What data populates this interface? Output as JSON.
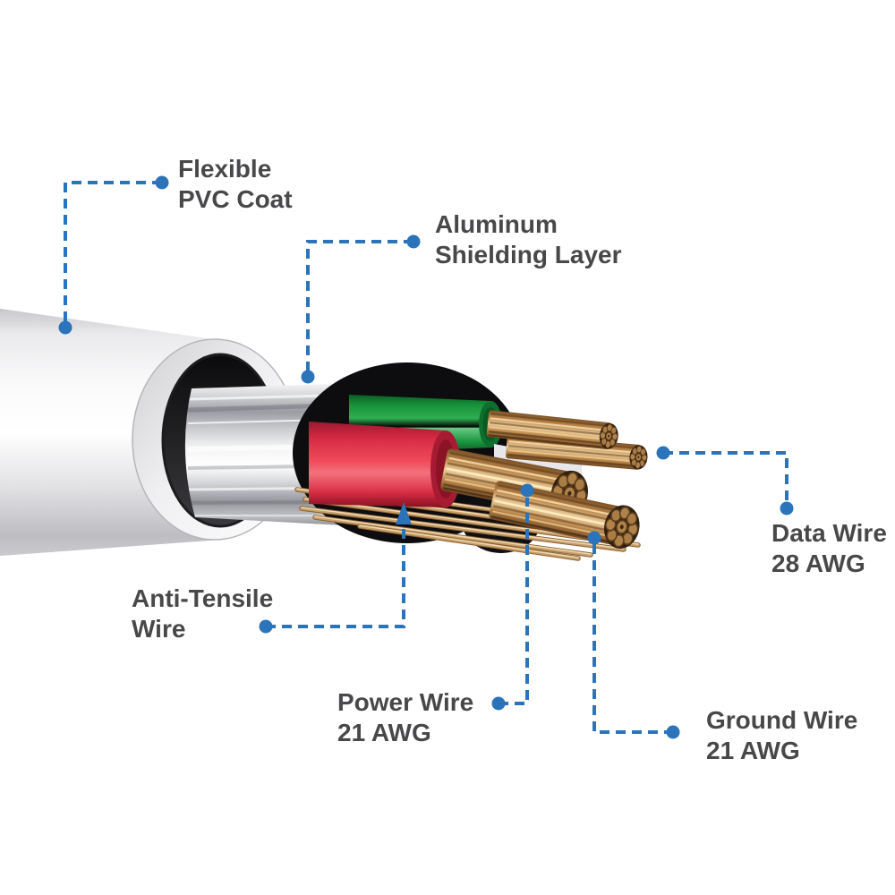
{
  "figure": {
    "type": "cable-cross-section-diagram",
    "background": "#ffffff"
  },
  "labels": {
    "pvc": {
      "line1": "Flexible",
      "line2": "PVC Coat"
    },
    "aluminum": {
      "line1": "Aluminum",
      "line2": "Shielding Layer"
    },
    "data": {
      "line1": "Data Wire",
      "line2": "28 AWG"
    },
    "anti_tensile": {
      "line1": "Anti-Tensile",
      "line2": "Wire"
    },
    "power": {
      "line1": "Power Wire",
      "line2": "21 AWG"
    },
    "ground": {
      "line1": "Ground Wire",
      "line2": "21 AWG"
    }
  },
  "colors": {
    "leader_blue": "#2b74ba",
    "label_text": "#48484a",
    "pvc_coat_white": "#f4f4f6",
    "aluminum_silver": "#c9cacd",
    "braid_black": "#0d0d10",
    "green_wire": "#2fae52",
    "red_wire": "#ef4056",
    "copper": "#c89a62"
  }
}
